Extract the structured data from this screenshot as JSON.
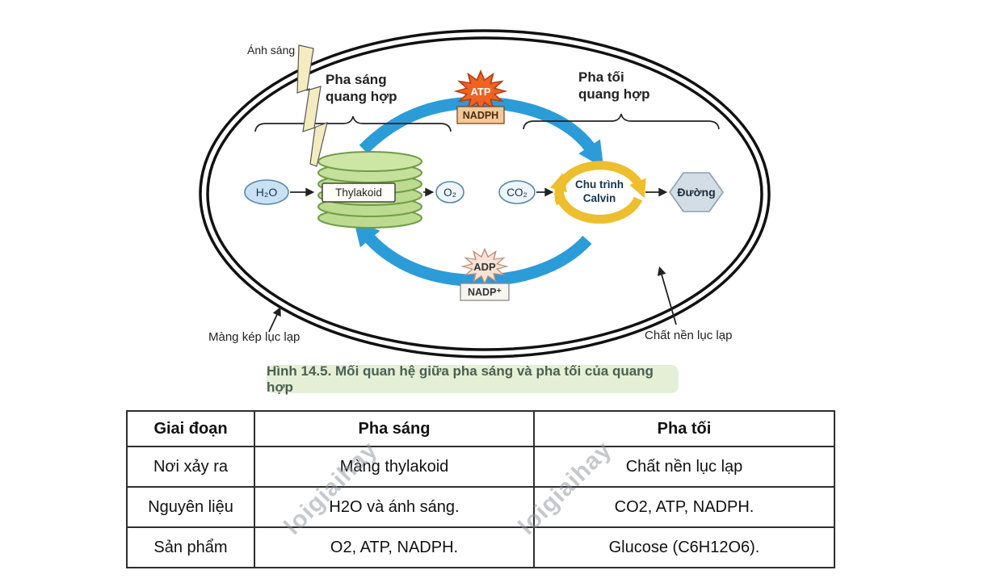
{
  "diagram": {
    "caption": "Hình 14.5. Mối quan hệ giữa pha sáng và pha tối của quang hợp",
    "labels": {
      "light": "Ánh sáng",
      "light_phase_1": "Pha sáng",
      "light_phase_2": "quang hợp",
      "dark_phase_1": "Pha tối",
      "dark_phase_2": "quang hợp",
      "atp": "ATP",
      "nadph": "NADPH",
      "adp": "ADP",
      "nadp": "NADP⁺",
      "h2o": "H₂O",
      "thylakoid": "Thylakoid",
      "o2": "O₂",
      "co2": "CO₂",
      "calvin_1": "Chu trình",
      "calvin_2": "Calvin",
      "sugar": "Đường",
      "outer_membrane": "Màng kép lục lạp",
      "stroma": "Chất nền lục lạp"
    },
    "colors": {
      "arrow_blue": "#2b9cd8",
      "calvin_yellow": "#edbe2e",
      "atp_orange": "#ef6322",
      "nadph_tan": "#f5c897",
      "thylakoid_green": "#bcda90",
      "caption_bg": "#e4efd6"
    }
  },
  "table": {
    "headers": [
      "Giai đoạn",
      "Pha sáng",
      "Pha tối"
    ],
    "rows": [
      [
        "Nơi xảy ra",
        "Màng thylakoid",
        "Chất nền lục lạp"
      ],
      [
        "Nguyên liệu",
        "H2O và ánh sáng.",
        "CO2, ATP, NADPH."
      ],
      [
        "Sản phẩm",
        "O2, ATP, NADPH.",
        "Glucose (C6H12O6)."
      ]
    ]
  },
  "watermark": {
    "text": "loigiaihay"
  }
}
